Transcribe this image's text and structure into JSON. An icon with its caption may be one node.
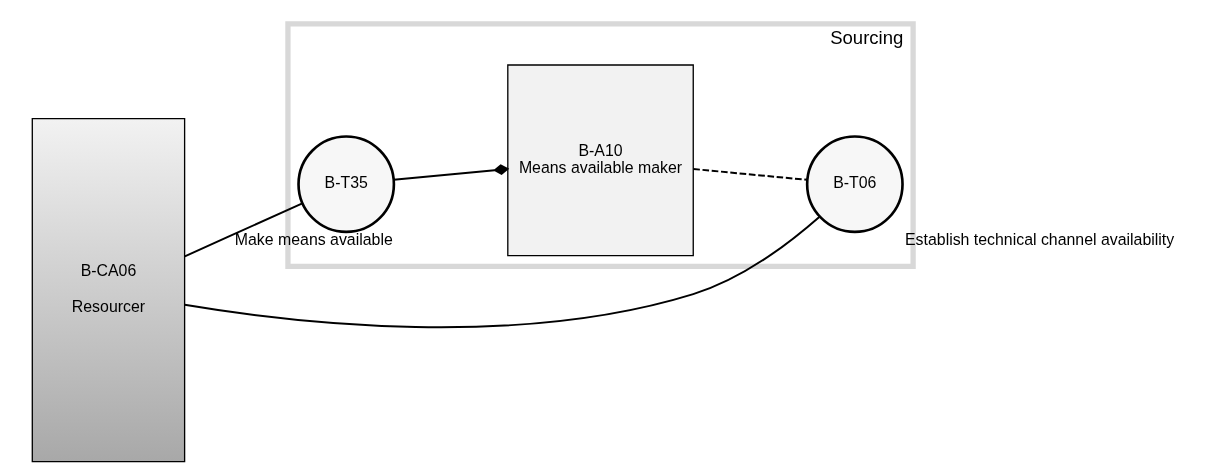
{
  "diagram": {
    "nodes": [
      {
        "text": [
          "B-CA06",
          "Resourcer"
        ]
      },
      {
        "text": [
          "Sourcing"
        ]
      },
      {
        "text": [
          "B-T35"
        ],
        "in": 1,
        "beside": [
          "Make means available"
        ]
      },
      {
        "text": [
          "B-A10",
          "Means available maker"
        ],
        "in": 1
      },
      {
        "text": [
          "B-T06"
        ],
        "in": 1,
        "beside": [
          "Establish technical channel availability"
        ]
      }
    ],
    "edges": [
      {
        "from": 0,
        "to": 2,
        "arrow": "none"
      },
      {
        "from": 2,
        "to": 3,
        "arrow": "other"
      },
      {
        "from": 3,
        "to": 4,
        "arrow": "none",
        "style": "dashed"
      },
      {
        "from": 0,
        "to": 4,
        "arrow": "none"
      }
    ]
  }
}
